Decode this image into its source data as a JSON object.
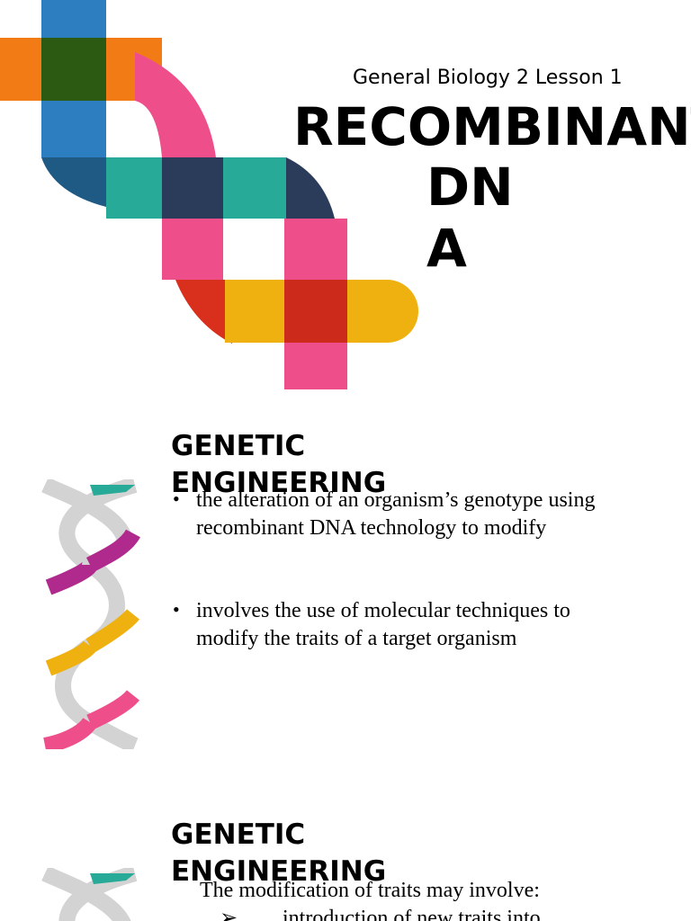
{
  "slide1": {
    "subtitle": "General Biology 2 Lesson 1",
    "title_lines": [
      "RECOMBINANT",
      "DN",
      "A"
    ]
  },
  "slide2": {
    "heading_lines": [
      "GENETIC",
      "ENGINEERING"
    ],
    "bullets": [
      {
        "marker": "•",
        "text": "the alteration of an organism’s genotype using recombinant DNA technology to modify"
      },
      {
        "marker": "•",
        "text": "involves the use of molecular techniques to modify the traits of a target organism"
      }
    ]
  },
  "slide3": {
    "heading_lines": [
      "GENETIC",
      "ENGINEERING"
    ],
    "intro": "The modification of traits may involve:",
    "sub_marker": "➢",
    "sub_item": "introduction of new traits into"
  }
}
